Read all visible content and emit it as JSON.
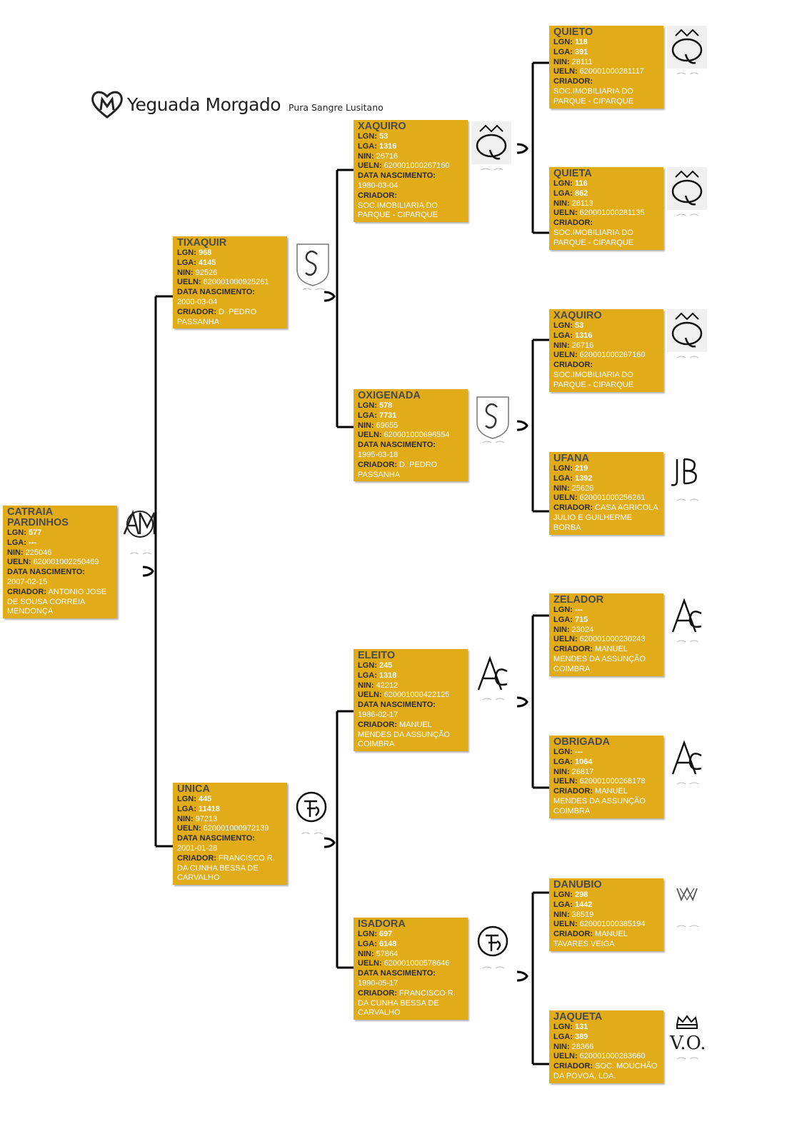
{
  "logo": {
    "name": "Yeguada Morgado",
    "subtitle": "Pura Sangre Lusitano",
    "icon": "heart-m-logo"
  },
  "colors": {
    "box": "#e2ac18",
    "name_text": "#4a4a4a",
    "line": "#000000"
  },
  "horses": {
    "h0": {
      "name": "CATRAIA PARDINHOS",
      "lgn": "577",
      "lga": "---",
      "nin": "225046",
      "ueln": "620001002250469",
      "birth": "2007-02-15",
      "breeder": "ANTONIO JOSE DE SOUSA CORREIA MENDONÇA",
      "brand": "AM"
    },
    "h1": {
      "name": "TIXAQUIR",
      "lgn": "968",
      "lga": "4145",
      "nin": "92526",
      "ueln": "620001000925261",
      "birth": "2000-03-04",
      "breeder": "D. PEDRO PASSANHA",
      "brand": "S-shield"
    },
    "h2": {
      "name": "UNICA",
      "lgn": "445",
      "lga": "11418",
      "nin": "97213",
      "ueln": "620001000972139",
      "birth": "2001-01-28",
      "breeder": "FRANCISCO R. DA CUNHA BESSA DE CARVALHO",
      "brand": "FB"
    },
    "h3": {
      "name": "XAQUIRO",
      "lgn": "53",
      "lga": "1316",
      "nin": "26716",
      "ueln": "620001000267160",
      "birth": "1980-03-04",
      "breeder": "SOC.IMOBILIARIA DO PARQUE - CIPARQUE",
      "brand": "Q-crown"
    },
    "h4": {
      "name": "OXIGENADA",
      "lgn": "578",
      "lga": "7731",
      "nin": "69655",
      "ueln": "620001000696554",
      "birth": "1995-03-18",
      "breeder": "D. PEDRO PASSANHA",
      "brand": "S-shield"
    },
    "h5": {
      "name": "ELEITO",
      "lgn": "245",
      "lga": "1318",
      "nin": "42212",
      "ueln": "620001000422125",
      "birth": "1986-02-17",
      "breeder": "MANUEL MENDES DA ASSUNÇÃO COIMBRA",
      "brand": "AC"
    },
    "h6": {
      "name": "ISADORA",
      "lgn": "697",
      "lga": "6148",
      "nin": "57864",
      "ueln": "620001000578646",
      "birth": "1990-05-17",
      "breeder": "FRANCISCO R. DA CUNHA BESSA DE CARVALHO",
      "brand": "FB"
    },
    "h7": {
      "name": "QUIETO",
      "lgn": "118",
      "lga": "391",
      "nin": "28111",
      "ueln": "620001000281117",
      "breeder": "SOC.IMOBILIARIA DO PARQUE - CIPARQUE",
      "brand": "Q-crown"
    },
    "h8": {
      "name": "QUIETA",
      "lgn": "116",
      "lga": "862",
      "nin": "28113",
      "ueln": "620001000281135",
      "breeder": "SOC.IMOBILIARIA DO PARQUE - CIPARQUE",
      "brand": "Q-crown"
    },
    "h9": {
      "name": "XAQUIRO",
      "lgn": "53",
      "lga": "1316",
      "nin": "26716",
      "ueln": "620001000267160",
      "breeder": "SOC.IMOBILIARIA DO PARQUE - CIPARQUE",
      "brand": "Q-crown"
    },
    "h10": {
      "name": "UFANA",
      "lgn": "219",
      "lga": "1392",
      "nin": "25626",
      "ueln": "620001000256261",
      "breeder": "CASA AGRICOLA JULIO E GUILHERME BORBA",
      "brand": "JB"
    },
    "h11": {
      "name": "ZELADOR",
      "lgn": "---",
      "lga": "715",
      "nin": "23024",
      "ueln": "620001000230243",
      "breeder": "MANUEL MENDES DA ASSUNÇÃO COIMBRA",
      "brand": "AC"
    },
    "h12": {
      "name": "OBRIGADA",
      "lgn": "---",
      "lga": "1064",
      "nin": "26817",
      "ueln": "620001000268178",
      "breeder": "MANUEL MENDES DA ASSUNÇÃO COIMBRA",
      "brand": "AC"
    },
    "h13": {
      "name": "DANUBIO",
      "lgn": "298",
      "lga": "1442",
      "nin": "38519",
      "ueln": "620001000385194",
      "breeder": "MANUEL TAVARES VEIGA",
      "brand": "MV"
    },
    "h14": {
      "name": "JAQUETA",
      "lgn": "131",
      "lga": "389",
      "nin": "28366",
      "ueln": "620001000283660",
      "breeder": "SOC. MOUCHÃO DA POVOA, LDA.",
      "brand": "VO-crown"
    }
  },
  "labels": {
    "lgn": "LGN:",
    "lga": "LGA:",
    "nin": "NIN:",
    "ueln": "UELN:",
    "birth": "DATA NASCIMENTO:",
    "breeder": "CRIADOR:"
  }
}
